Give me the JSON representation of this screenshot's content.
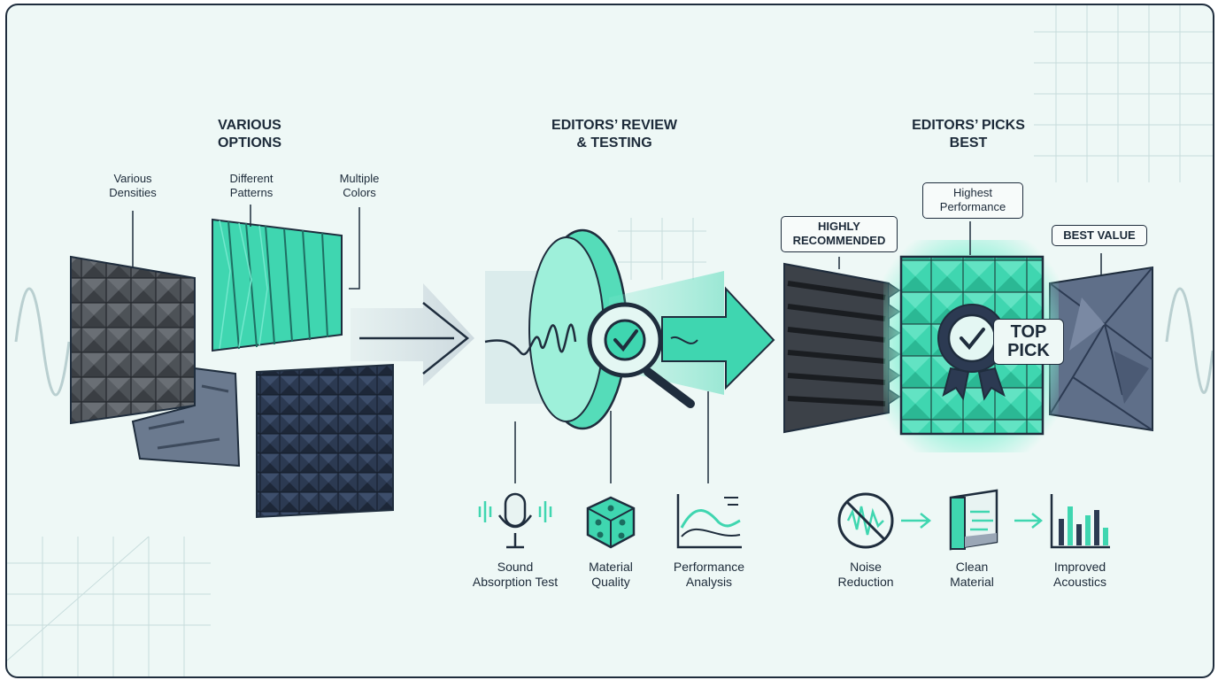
{
  "sections": {
    "options": {
      "title": "VARIOUS\nOPTIONS",
      "callouts": [
        "Various\nDensities",
        "Different\nPatterns",
        "Multiple\nColors"
      ]
    },
    "review": {
      "title": "EDITORS’ REVIEW\n& TESTING",
      "steps": [
        "Sound\nAbsorption Test",
        "Material\nQuality",
        "Performance\nAnalysis"
      ]
    },
    "picks": {
      "title": "EDITORS’ PICKS\nBEST",
      "tags": [
        "HIGHLY\nRECOMMENDED",
        "Highest\nPerformance",
        "BEST VALUE"
      ],
      "badge": "TOP\nPICK",
      "benefits": [
        "Noise\nReduction",
        "Clean\nMaterial",
        "Improved\nAcoustics"
      ]
    }
  },
  "colors": {
    "accent": "#3fd6b0",
    "dark": "#1f2d3d",
    "panel_gray": "#5a5f66",
    "panel_navy": "#2c3a52",
    "background": "#eef8f6"
  },
  "icons": [
    "microphone-icon",
    "material-cube-icon",
    "performance-chart-icon",
    "noise-slash-icon",
    "clean-material-icon",
    "bar-chart-icon",
    "magnifier-check-icon",
    "ribbon-badge-icon"
  ]
}
